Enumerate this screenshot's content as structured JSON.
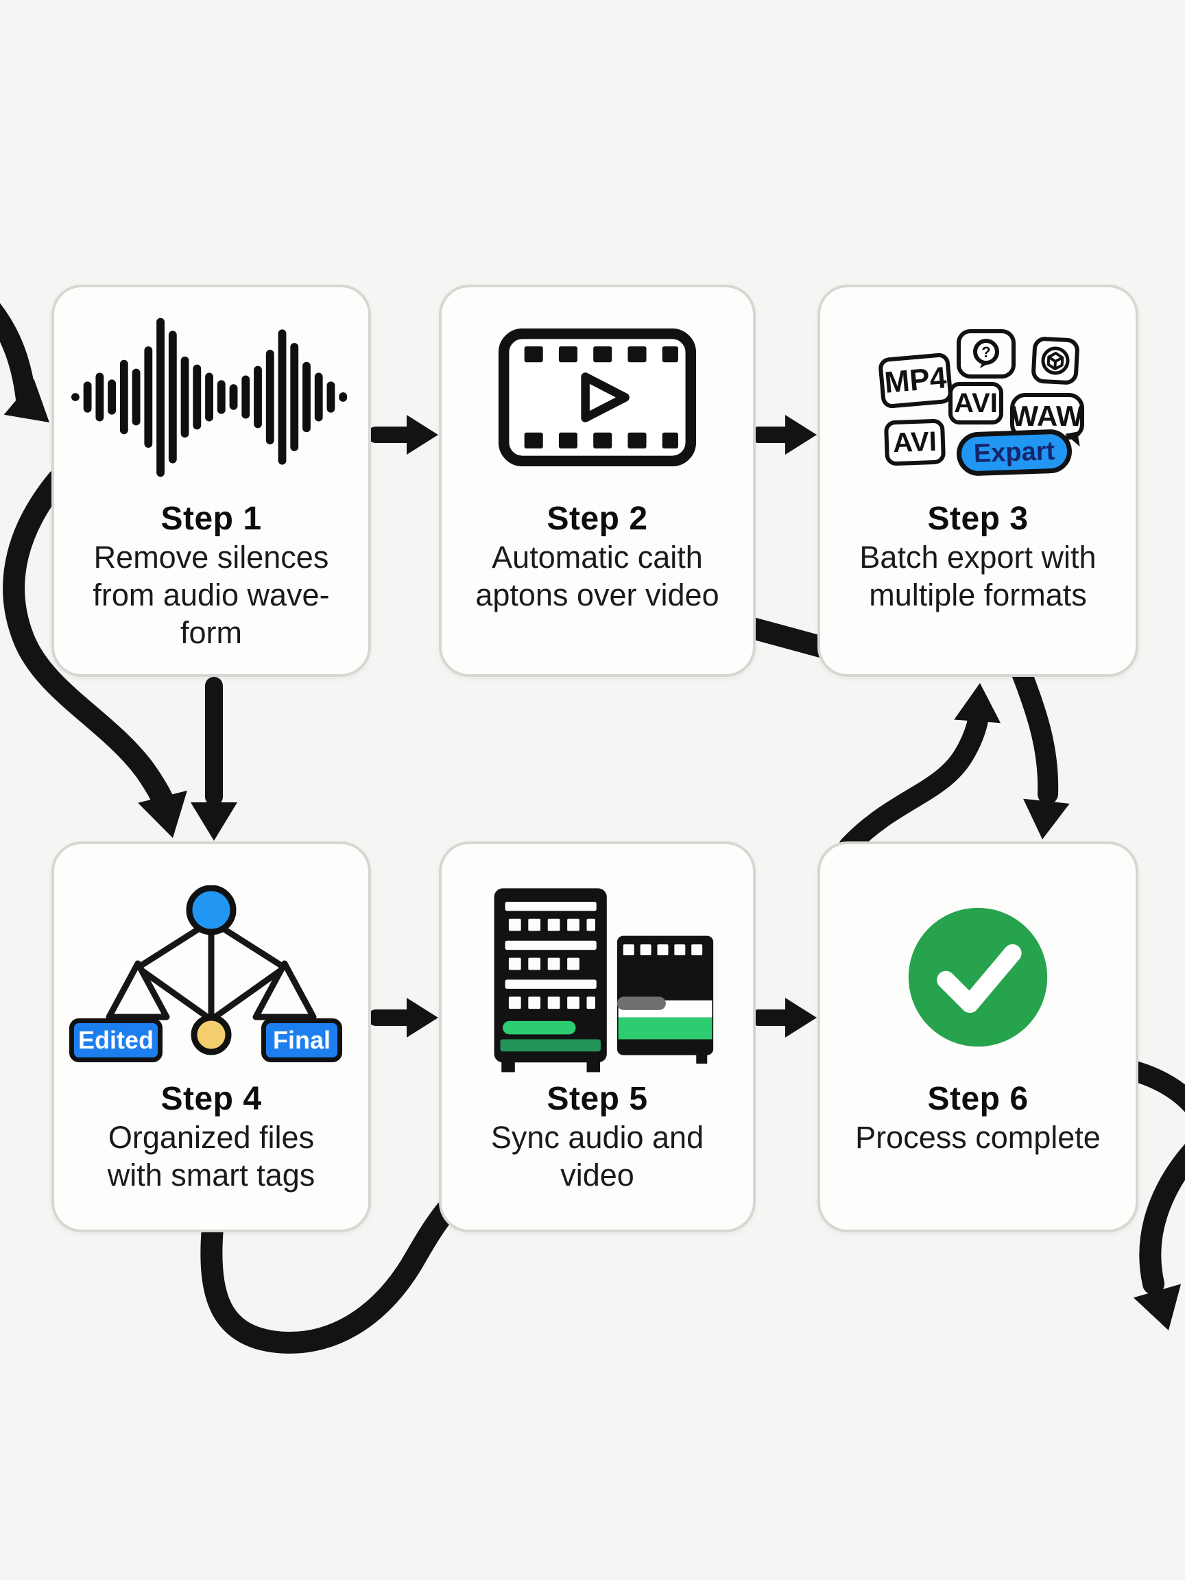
{
  "page": {
    "background": "#f5f5f3"
  },
  "steps": [
    {
      "title": "Step 1",
      "desc": "Remove silences\nfrom audio wave-\nform",
      "icon": "waveform-icon"
    },
    {
      "title": "Step 2",
      "desc": "Automatic caith\naptons over video",
      "icon": "filmstrip-play-icon"
    },
    {
      "title": "Step 3",
      "desc": "Batch export with\nmultiple formats",
      "icon": "format-badges-icon"
    },
    {
      "title": "Step 4",
      "desc": "Organized files\nwith smart tags",
      "icon": "file-tree-icon"
    },
    {
      "title": "Step 5",
      "desc": "Sync audio and\nvideo",
      "icon": "sync-blocks-icon"
    },
    {
      "title": "Step 6",
      "desc": "Process complete",
      "icon": "check-circle-icon"
    }
  ],
  "step3_badges": {
    "mp4": "MP4",
    "avi_top": "AVI",
    "waw": "WAW",
    "avi_bottom": "AVI",
    "export_label": "Expart"
  },
  "step4_tags": {
    "left": "Edited",
    "right": "Final"
  },
  "colors": {
    "accent_blue": "#2196f3",
    "tag_blue": "#1d7ef0",
    "success_green": "#26a34c",
    "bright_green": "#2ecc71",
    "dark_green": "#229457",
    "arrow_black": "#131313",
    "yellow_node": "#f4cd6d"
  }
}
